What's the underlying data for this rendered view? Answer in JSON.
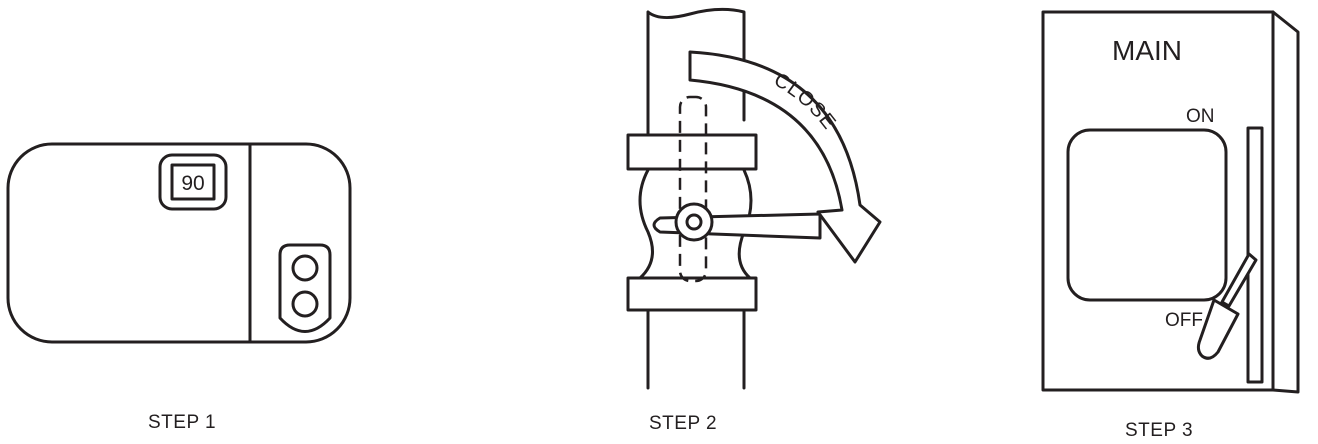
{
  "step1": {
    "label": "STEP 1",
    "dial_value": "90"
  },
  "step2": {
    "label": "STEP 2",
    "arrow_text": "CLOSE"
  },
  "step3": {
    "label": "STEP 3",
    "title": "MAIN",
    "on_label": "ON",
    "off_label": "OFF"
  }
}
